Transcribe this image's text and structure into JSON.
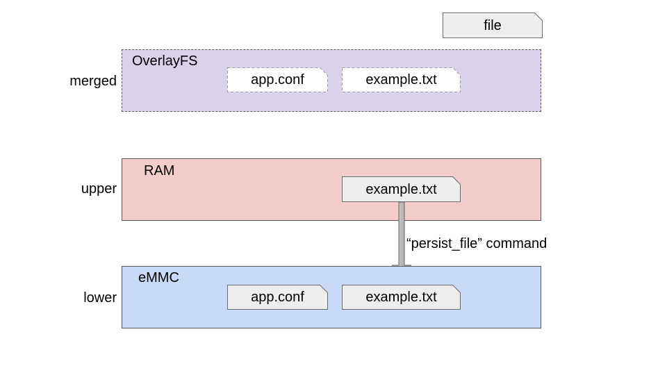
{
  "legend": {
    "label": "file"
  },
  "rows": [
    {
      "side_label": "merged",
      "title": "OverlayFS",
      "fill": "#d9d2e9",
      "border_style": "dashed",
      "files": [
        {
          "name": "app.conf"
        },
        {
          "name": "example.txt"
        }
      ]
    },
    {
      "side_label": "upper",
      "title": "RAM",
      "fill": "#f4cccc",
      "border_style": "solid",
      "files": [
        {
          "name": "example.txt"
        }
      ]
    },
    {
      "side_label": "lower",
      "title": "eMMC",
      "fill": "#c9daf8",
      "border_style": "solid",
      "files": [
        {
          "name": "app.conf"
        },
        {
          "name": "example.txt"
        }
      ]
    }
  ],
  "arrow": {
    "label": "“persist_file” command"
  },
  "colors": {
    "merged_fill": "#d9d2e9",
    "upper_fill": "#f4cccc",
    "lower_fill": "#c9daf8",
    "file_node_fill": "#eeeeee",
    "dashed_file_node_fill": "#ffffff",
    "box_border": "#595959",
    "file_node_border": "#6b6b6b",
    "dashed_file_node_border": "#999999",
    "arrow_fill_light": "#d6d6d6",
    "arrow_fill_dark": "#9e9e9e",
    "arrow_stroke": "#666666"
  }
}
